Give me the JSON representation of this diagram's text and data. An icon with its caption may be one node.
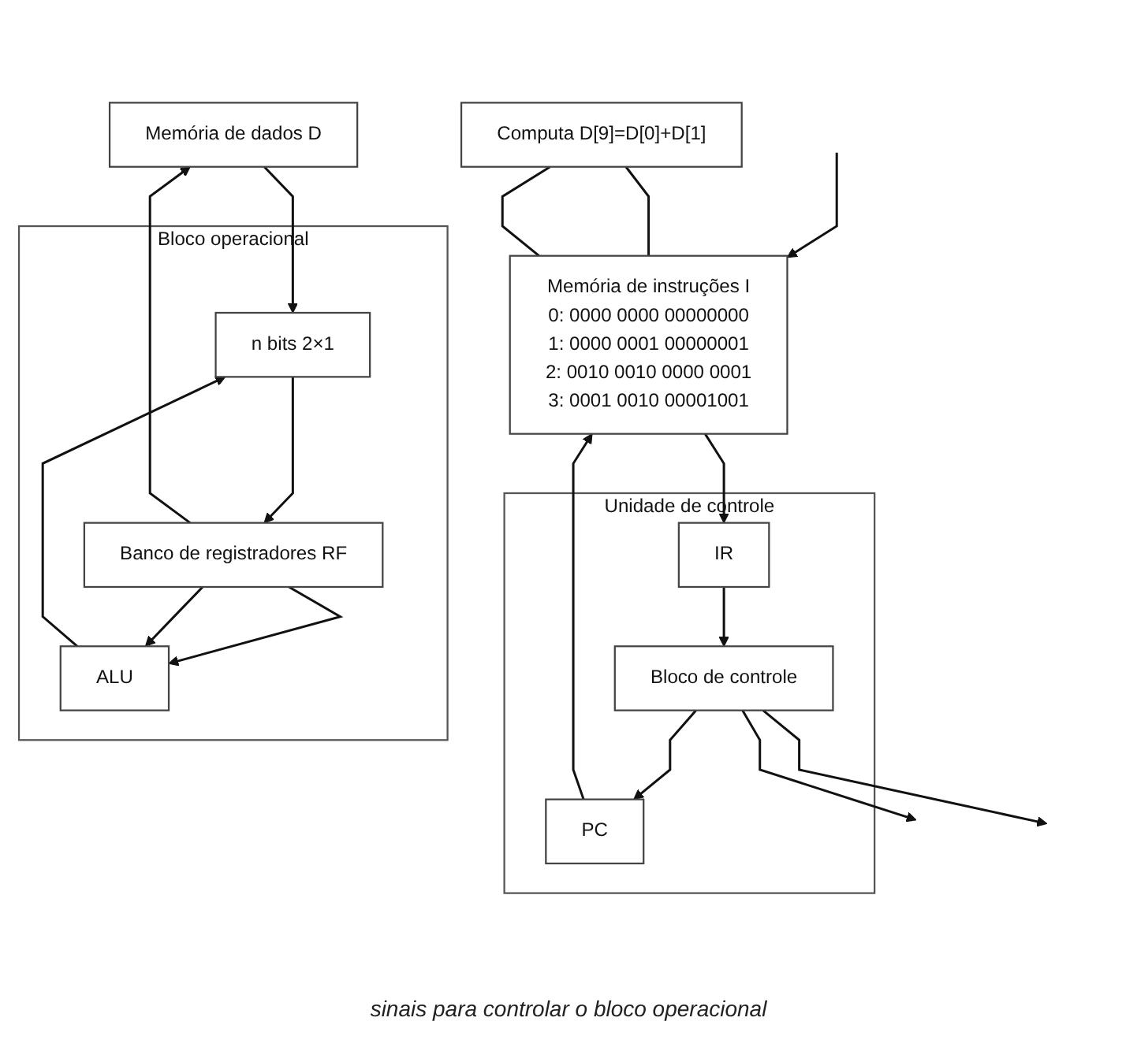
{
  "diagram": {
    "nodes": [
      {
        "text": [
          "Memória de instruções I",
          "0: 0000 0000 00000000",
          "1: 0000 0001 00000001",
          "2: 0010 0010 0000 0001",
          "3: 0001 0010 00001001"
        ]
      },
      {
        "text": [
          "Computa D[9]=D[0]+D[1]"
        ]
      },
      {
        "text": [
          "Unidade de controle"
        ]
      },
      {
        "text": [
          "PC"
        ],
        "in": 2
      },
      {
        "text": [
          "IR"
        ],
        "in": 2
      },
      {
        "text": [
          "Bloco de controle"
        ],
        "in": 2
      },
      {
        "text": [
          "Memória de dados D"
        ]
      },
      {
        "text": [
          "Bloco operacional"
        ]
      },
      {
        "text": [
          "n bits 2×1"
        ],
        "in": 7
      },
      {
        "text": [
          "Banco de registradores RF"
        ],
        "in": 7
      },
      {
        "text": [
          "ALU"
        ],
        "in": 7
      }
    ],
    "edges": [
      {
        "from": null,
        "to": 0,
        "arrow": "to"
      },
      {
        "from": 1,
        "to": 0,
        "arrow": "none"
      },
      {
        "from": 1,
        "to": 0,
        "arrow": "none"
      },
      {
        "from": 3,
        "to": 0,
        "arrow": "to"
      },
      {
        "from": 0,
        "to": 4,
        "arrow": "to"
      },
      {
        "from": 5,
        "to": 3,
        "arrow": "to"
      },
      {
        "from": 4,
        "to": 5,
        "arrow": "to"
      },
      {
        "from": 5,
        "to": null,
        "arrow": "to"
      },
      {
        "from": 5,
        "to": null,
        "arrow": "to"
      },
      {
        "from": 6,
        "to": 8,
        "arrow": "to"
      },
      {
        "from": 10,
        "to": 8,
        "arrow": "to"
      },
      {
        "from": 8,
        "to": 9,
        "arrow": "to"
      },
      {
        "from": 9,
        "to": 10,
        "arrow": "to"
      },
      {
        "from": 9,
        "to": 6,
        "arrow": "to"
      },
      {
        "from": 9,
        "to": 10,
        "arrow": "to"
      }
    ],
    "labels": [
      "sinais para controlar o bloco operacional"
    ]
  }
}
